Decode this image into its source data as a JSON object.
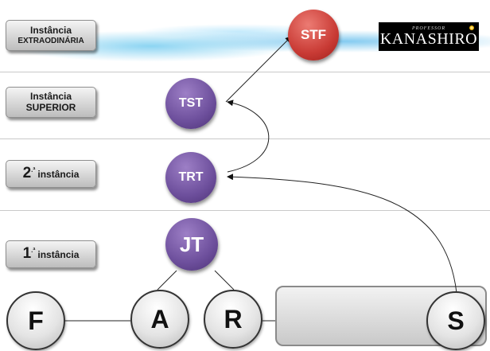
{
  "levels": [
    {
      "key": "extra",
      "line1": "Instância",
      "line2": "EXTRAODINÁRIA"
    },
    {
      "key": "superior",
      "line1": "Instância",
      "line2": "SUPERIOR"
    },
    {
      "key": "second",
      "num": "2",
      "sup": ".ª",
      "text": "instância"
    },
    {
      "key": "first",
      "num": "1",
      "sup": ".ª",
      "text": "instância"
    }
  ],
  "courts": {
    "stf": "STF",
    "tst": "TST",
    "trt": "TRT",
    "jt": "JT"
  },
  "parties": {
    "f": "F",
    "a": "A",
    "r": "R",
    "s": "S"
  },
  "logo": {
    "small": "PROFESSOR",
    "big": "KANASHIRO"
  },
  "colors": {
    "purple_court": "#6d4f9c",
    "red_court": "#c93b35",
    "accent_blue": "#5ab9eb"
  }
}
